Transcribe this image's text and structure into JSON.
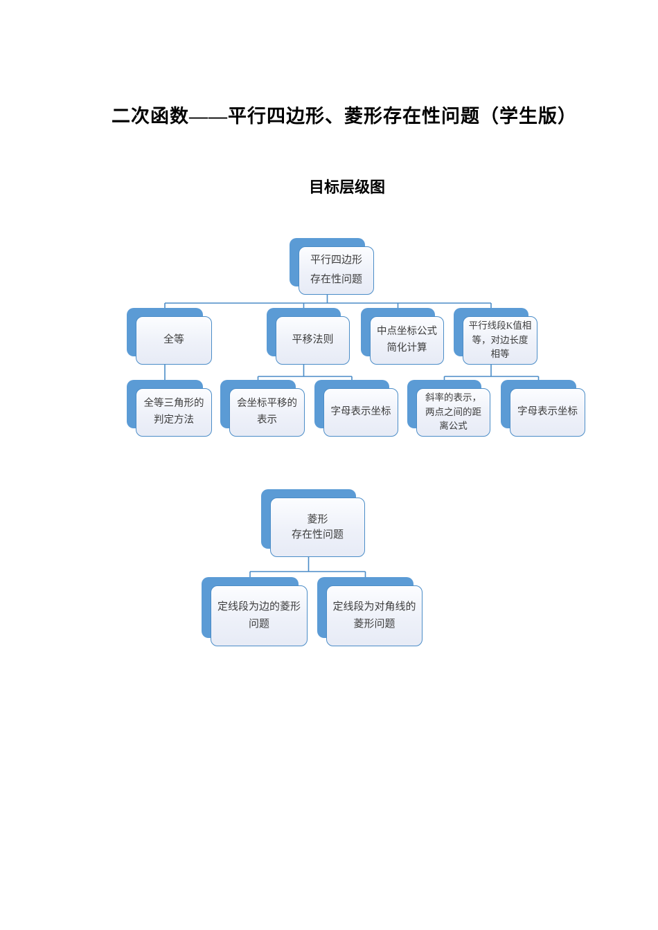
{
  "page": {
    "title": "二次函数——平行四边形、菱形存在性问题（学生版）",
    "section_heading": "目标层级图"
  },
  "colors": {
    "shadow_blue": "#5b9bd5",
    "border_blue": "#4a8cc7",
    "box_fill_top": "#fcfdff",
    "box_fill_bottom": "#e7ebf6",
    "text": "#3d3d3d"
  },
  "diagram1": {
    "root": {
      "label": "平行四边形\n存在性问题"
    },
    "level2": [
      {
        "label": "全等"
      },
      {
        "label": "平移法则"
      },
      {
        "label": "中点坐标公式\n简化计算"
      },
      {
        "label": "平行线段K值相\n等，对边长度\n相等"
      }
    ],
    "level3": [
      {
        "label": "全等三角形的\n判定方法"
      },
      {
        "label": "会坐标平移的\n表示"
      },
      {
        "label": "字母表示坐标"
      },
      {
        "label": "斜率的表示，\n两点之间的距\n离公式"
      },
      {
        "label": "字母表示坐标"
      }
    ]
  },
  "diagram2": {
    "root": {
      "label": "菱形\n存在性问题"
    },
    "children": [
      {
        "label": "定线段为边的菱形\n问题"
      },
      {
        "label": "定线段为对角线的\n菱形问题"
      }
    ]
  }
}
